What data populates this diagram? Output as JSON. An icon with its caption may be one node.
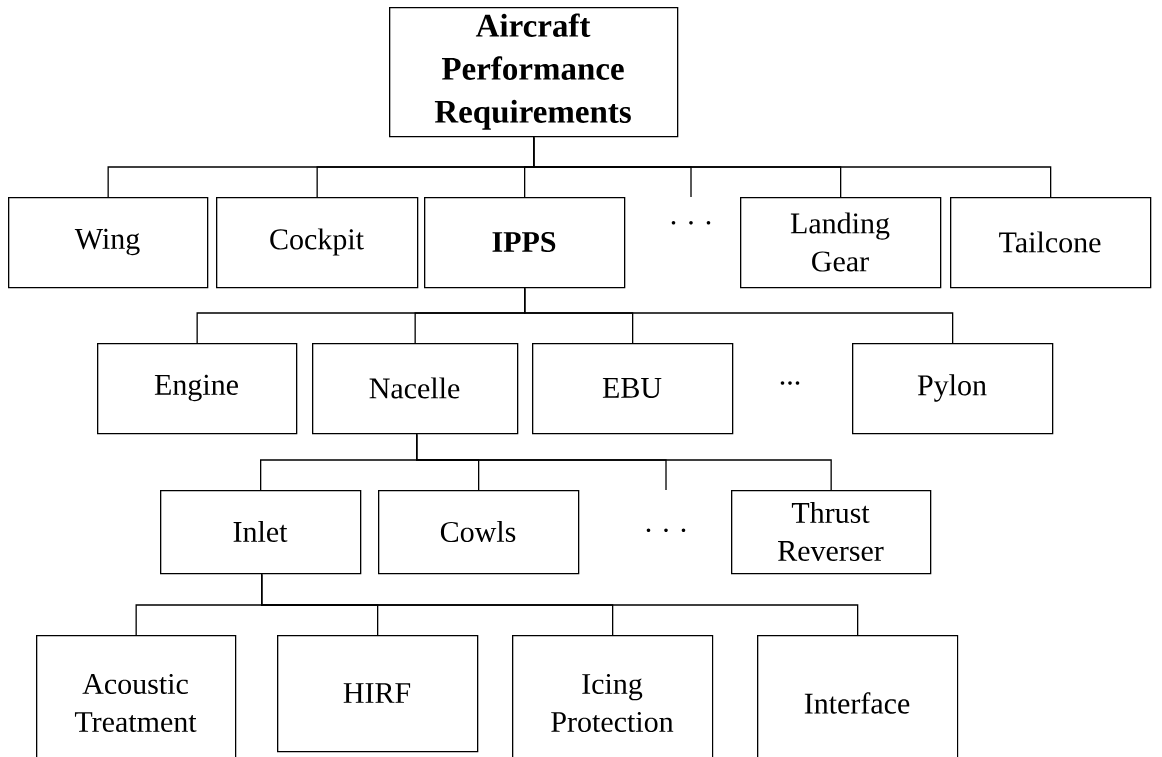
{
  "diagram": {
    "nodes": [
      {
        "text": [
          "Aircraft Performance Requirements"
        ]
      },
      {
        "text": [
          "Wing"
        ]
      },
      {
        "text": [
          "Cockpit"
        ]
      },
      {
        "text": [
          "IPPS"
        ]
      },
      {
        "text": [
          ". . ."
        ]
      },
      {
        "text": [
          "Landing Gear"
        ]
      },
      {
        "text": [
          "Tailcone"
        ]
      },
      {
        "text": [
          "Engine"
        ]
      },
      {
        "text": [
          "Nacelle"
        ]
      },
      {
        "text": [
          "EBU"
        ]
      },
      {
        "text": [
          "Pylon"
        ]
      },
      {
        "text": [
          "Inlet"
        ]
      },
      {
        "text": [
          "Cowls"
        ]
      },
      {
        "text": [
          ". . ."
        ]
      },
      {
        "text": [
          "Thrust Reverser"
        ]
      },
      {
        "text": [
          "Acoustic Treatment"
        ]
      },
      {
        "text": [
          "HIRF"
        ]
      },
      {
        "text": [
          "Icing Protection"
        ]
      },
      {
        "text": [
          "Interface"
        ]
      }
    ],
    "edges": [
      {
        "from": 0,
        "to": 1,
        "arrow": "none"
      },
      {
        "from": 0,
        "to": 2,
        "arrow": "none"
      },
      {
        "from": 0,
        "to": 3,
        "arrow": "none"
      },
      {
        "from": 0,
        "to": 4,
        "arrow": "none"
      },
      {
        "from": 0,
        "to": 5,
        "arrow": "none"
      },
      {
        "from": 0,
        "to": 6,
        "arrow": "none"
      },
      {
        "from": 3,
        "to": 7,
        "arrow": "none"
      },
      {
        "from": 3,
        "to": 8,
        "arrow": "none"
      },
      {
        "from": 3,
        "to": 9,
        "arrow": "none"
      },
      {
        "from": 3,
        "to": 10,
        "arrow": "none"
      },
      {
        "from": 8,
        "to": 11,
        "arrow": "none"
      },
      {
        "from": 8,
        "to": 12,
        "arrow": "none"
      },
      {
        "from": 8,
        "to": 13,
        "arrow": "none"
      },
      {
        "from": 8,
        "to": 14,
        "arrow": "none"
      },
      {
        "from": 11,
        "to": 15,
        "arrow": "none"
      },
      {
        "from": 11,
        "to": 16,
        "arrow": "none"
      },
      {
        "from": 11,
        "to": 17,
        "arrow": "none"
      },
      {
        "from": 11,
        "to": 18,
        "arrow": "none"
      }
    ],
    "labels": [
      "..."
    ]
  }
}
